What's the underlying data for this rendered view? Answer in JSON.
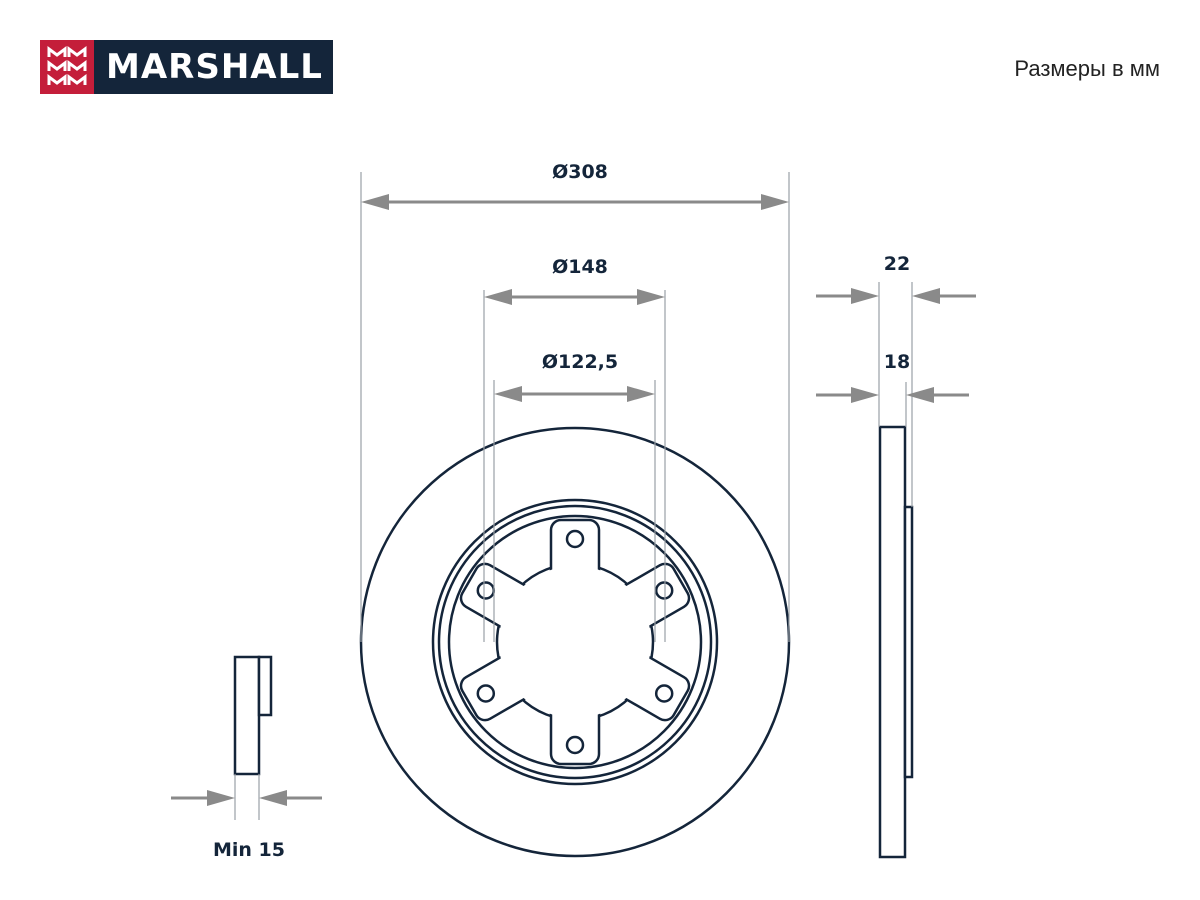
{
  "brand": {
    "name": "MARSHALL",
    "colors": {
      "mark_bg": "#c41e3a",
      "name_bg": "#14253a",
      "text": "#ffffff"
    },
    "mark_icon": "mmm-logo-icon"
  },
  "units_note": "Размеры в мм",
  "drawing": {
    "line_color": "#14253a",
    "dimension_color": "#8a8a8a",
    "dimensions": {
      "outer_diameter": "Ø308",
      "hub_diameter": "Ø148",
      "bolt_circle_diameter": "Ø122,5",
      "total_thickness": "22",
      "disc_thickness": "18",
      "min_thickness": "Min 15"
    },
    "bolt_holes": 6
  }
}
